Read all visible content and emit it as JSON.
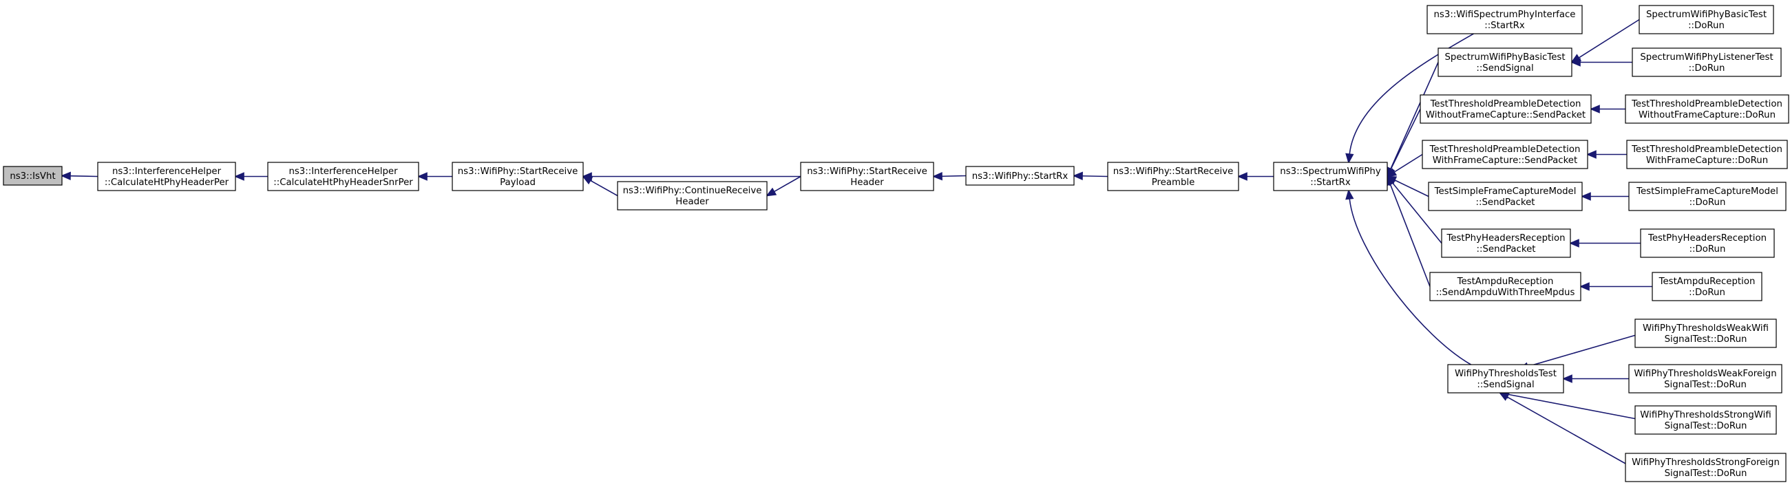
{
  "colors": {
    "edge": "#191970",
    "node_fill": "#ffffff",
    "focus_fill": "#bfbfbf",
    "border": "#000000"
  },
  "nodes": [
    {
      "id": "isvht",
      "label_lines": [
        "ns3::IsVht"
      ],
      "focus": true
    },
    {
      "id": "calcper",
      "label_lines": [
        "ns3::InterferenceHelper",
        "::CalculateHtPhyHeaderPer"
      ]
    },
    {
      "id": "calcsnr",
      "label_lines": [
        "ns3::InterferenceHelper",
        "::CalculateHtPhyHeaderSnrPer"
      ]
    },
    {
      "id": "srpayload",
      "label_lines": [
        "ns3::WifiPhy::StartReceive",
        "Payload"
      ]
    },
    {
      "id": "contrecv",
      "label_lines": [
        "ns3::WifiPhy::ContinueReceive",
        "Header"
      ]
    },
    {
      "id": "srheader",
      "label_lines": [
        "ns3::WifiPhy::StartReceive",
        "Header"
      ]
    },
    {
      "id": "startrx",
      "label_lines": [
        "ns3::WifiPhy::StartRx"
      ]
    },
    {
      "id": "srpreamble",
      "label_lines": [
        "ns3::WifiPhy::StartReceive",
        "Preamble"
      ]
    },
    {
      "id": "spstartrx",
      "label_lines": [
        "ns3::SpectrumWifiPhy",
        "::StartRx"
      ]
    },
    {
      "id": "wspi",
      "label_lines": [
        "ns3::WifiSpectrumPhyInterface",
        "::StartRx"
      ]
    },
    {
      "id": "swpbt_send",
      "label_lines": [
        "SpectrumWifiPhyBasicTest",
        "::SendSignal"
      ]
    },
    {
      "id": "tpd_wo",
      "label_lines": [
        "TestThresholdPreambleDetection",
        "WithoutFrameCapture::SendPacket"
      ]
    },
    {
      "id": "tpd_w",
      "label_lines": [
        "TestThresholdPreambleDetection",
        "WithFrameCapture::SendPacket"
      ]
    },
    {
      "id": "tsfc",
      "label_lines": [
        "TestSimpleFrameCaptureModel",
        "::SendPacket"
      ]
    },
    {
      "id": "tphr",
      "label_lines": [
        "TestPhyHeadersReception",
        "::SendPacket"
      ]
    },
    {
      "id": "tampdu",
      "label_lines": [
        "TestAmpduReception",
        "::SendAmpduWithThreeMpdus"
      ]
    },
    {
      "id": "wptt",
      "label_lines": [
        "WifiPhyThresholdsTest",
        "::SendSignal"
      ]
    },
    {
      "id": "swpbt_run",
      "label_lines": [
        "SpectrumWifiPhyBasicTest",
        "::DoRun"
      ]
    },
    {
      "id": "swplt_run",
      "label_lines": [
        "SpectrumWifiPhyListenerTest",
        "::DoRun"
      ]
    },
    {
      "id": "tpd_wo_run",
      "label_lines": [
        "TestThresholdPreambleDetection",
        "WithoutFrameCapture::DoRun"
      ]
    },
    {
      "id": "tpd_w_run",
      "label_lines": [
        "TestThresholdPreambleDetection",
        "WithFrameCapture::DoRun"
      ]
    },
    {
      "id": "tsfc_run",
      "label_lines": [
        "TestSimpleFrameCaptureModel",
        "::DoRun"
      ]
    },
    {
      "id": "tphr_run",
      "label_lines": [
        "TestPhyHeadersReception",
        "::DoRun"
      ]
    },
    {
      "id": "tampdu_run",
      "label_lines": [
        "TestAmpduReception",
        "::DoRun"
      ]
    },
    {
      "id": "ww_run",
      "label_lines": [
        "WifiPhyThresholdsWeakWifi",
        "SignalTest::DoRun"
      ]
    },
    {
      "id": "wf_run",
      "label_lines": [
        "WifiPhyThresholdsWeakForeign",
        "SignalTest::DoRun"
      ]
    },
    {
      "id": "sw_run",
      "label_lines": [
        "WifiPhyThresholdsStrongWifi",
        "SignalTest::DoRun"
      ]
    },
    {
      "id": "sf_run",
      "label_lines": [
        "WifiPhyThresholdsStrongForeign",
        "SignalTest::DoRun"
      ]
    }
  ],
  "edges": [
    {
      "from": "calcper",
      "to": "isvht"
    },
    {
      "from": "calcsnr",
      "to": "calcper"
    },
    {
      "from": "srpayload",
      "to": "calcsnr"
    },
    {
      "from": "srheader",
      "to": "srpayload"
    },
    {
      "from": "contrecv",
      "to": "srpayload"
    },
    {
      "from": "srheader",
      "to": "contrecv"
    },
    {
      "from": "startrx",
      "to": "srheader"
    },
    {
      "from": "srpreamble",
      "to": "startrx"
    },
    {
      "from": "spstartrx",
      "to": "srpreamble"
    },
    {
      "from": "wspi",
      "to": "spstartrx"
    },
    {
      "from": "swpbt_send",
      "to": "spstartrx"
    },
    {
      "from": "tpd_wo",
      "to": "spstartrx"
    },
    {
      "from": "tpd_w",
      "to": "spstartrx"
    },
    {
      "from": "tsfc",
      "to": "spstartrx"
    },
    {
      "from": "tphr",
      "to": "spstartrx"
    },
    {
      "from": "tampdu",
      "to": "spstartrx"
    },
    {
      "from": "wptt",
      "to": "spstartrx"
    },
    {
      "from": "swpbt_run",
      "to": "swpbt_send"
    },
    {
      "from": "swplt_run",
      "to": "swpbt_send"
    },
    {
      "from": "tpd_wo_run",
      "to": "tpd_wo"
    },
    {
      "from": "tpd_w_run",
      "to": "tpd_w"
    },
    {
      "from": "tsfc_run",
      "to": "tsfc"
    },
    {
      "from": "tphr_run",
      "to": "tphr"
    },
    {
      "from": "tampdu_run",
      "to": "tampdu"
    },
    {
      "from": "ww_run",
      "to": "wptt"
    },
    {
      "from": "wf_run",
      "to": "wptt"
    },
    {
      "from": "sw_run",
      "to": "wptt"
    },
    {
      "from": "sf_run",
      "to": "wptt"
    }
  ]
}
